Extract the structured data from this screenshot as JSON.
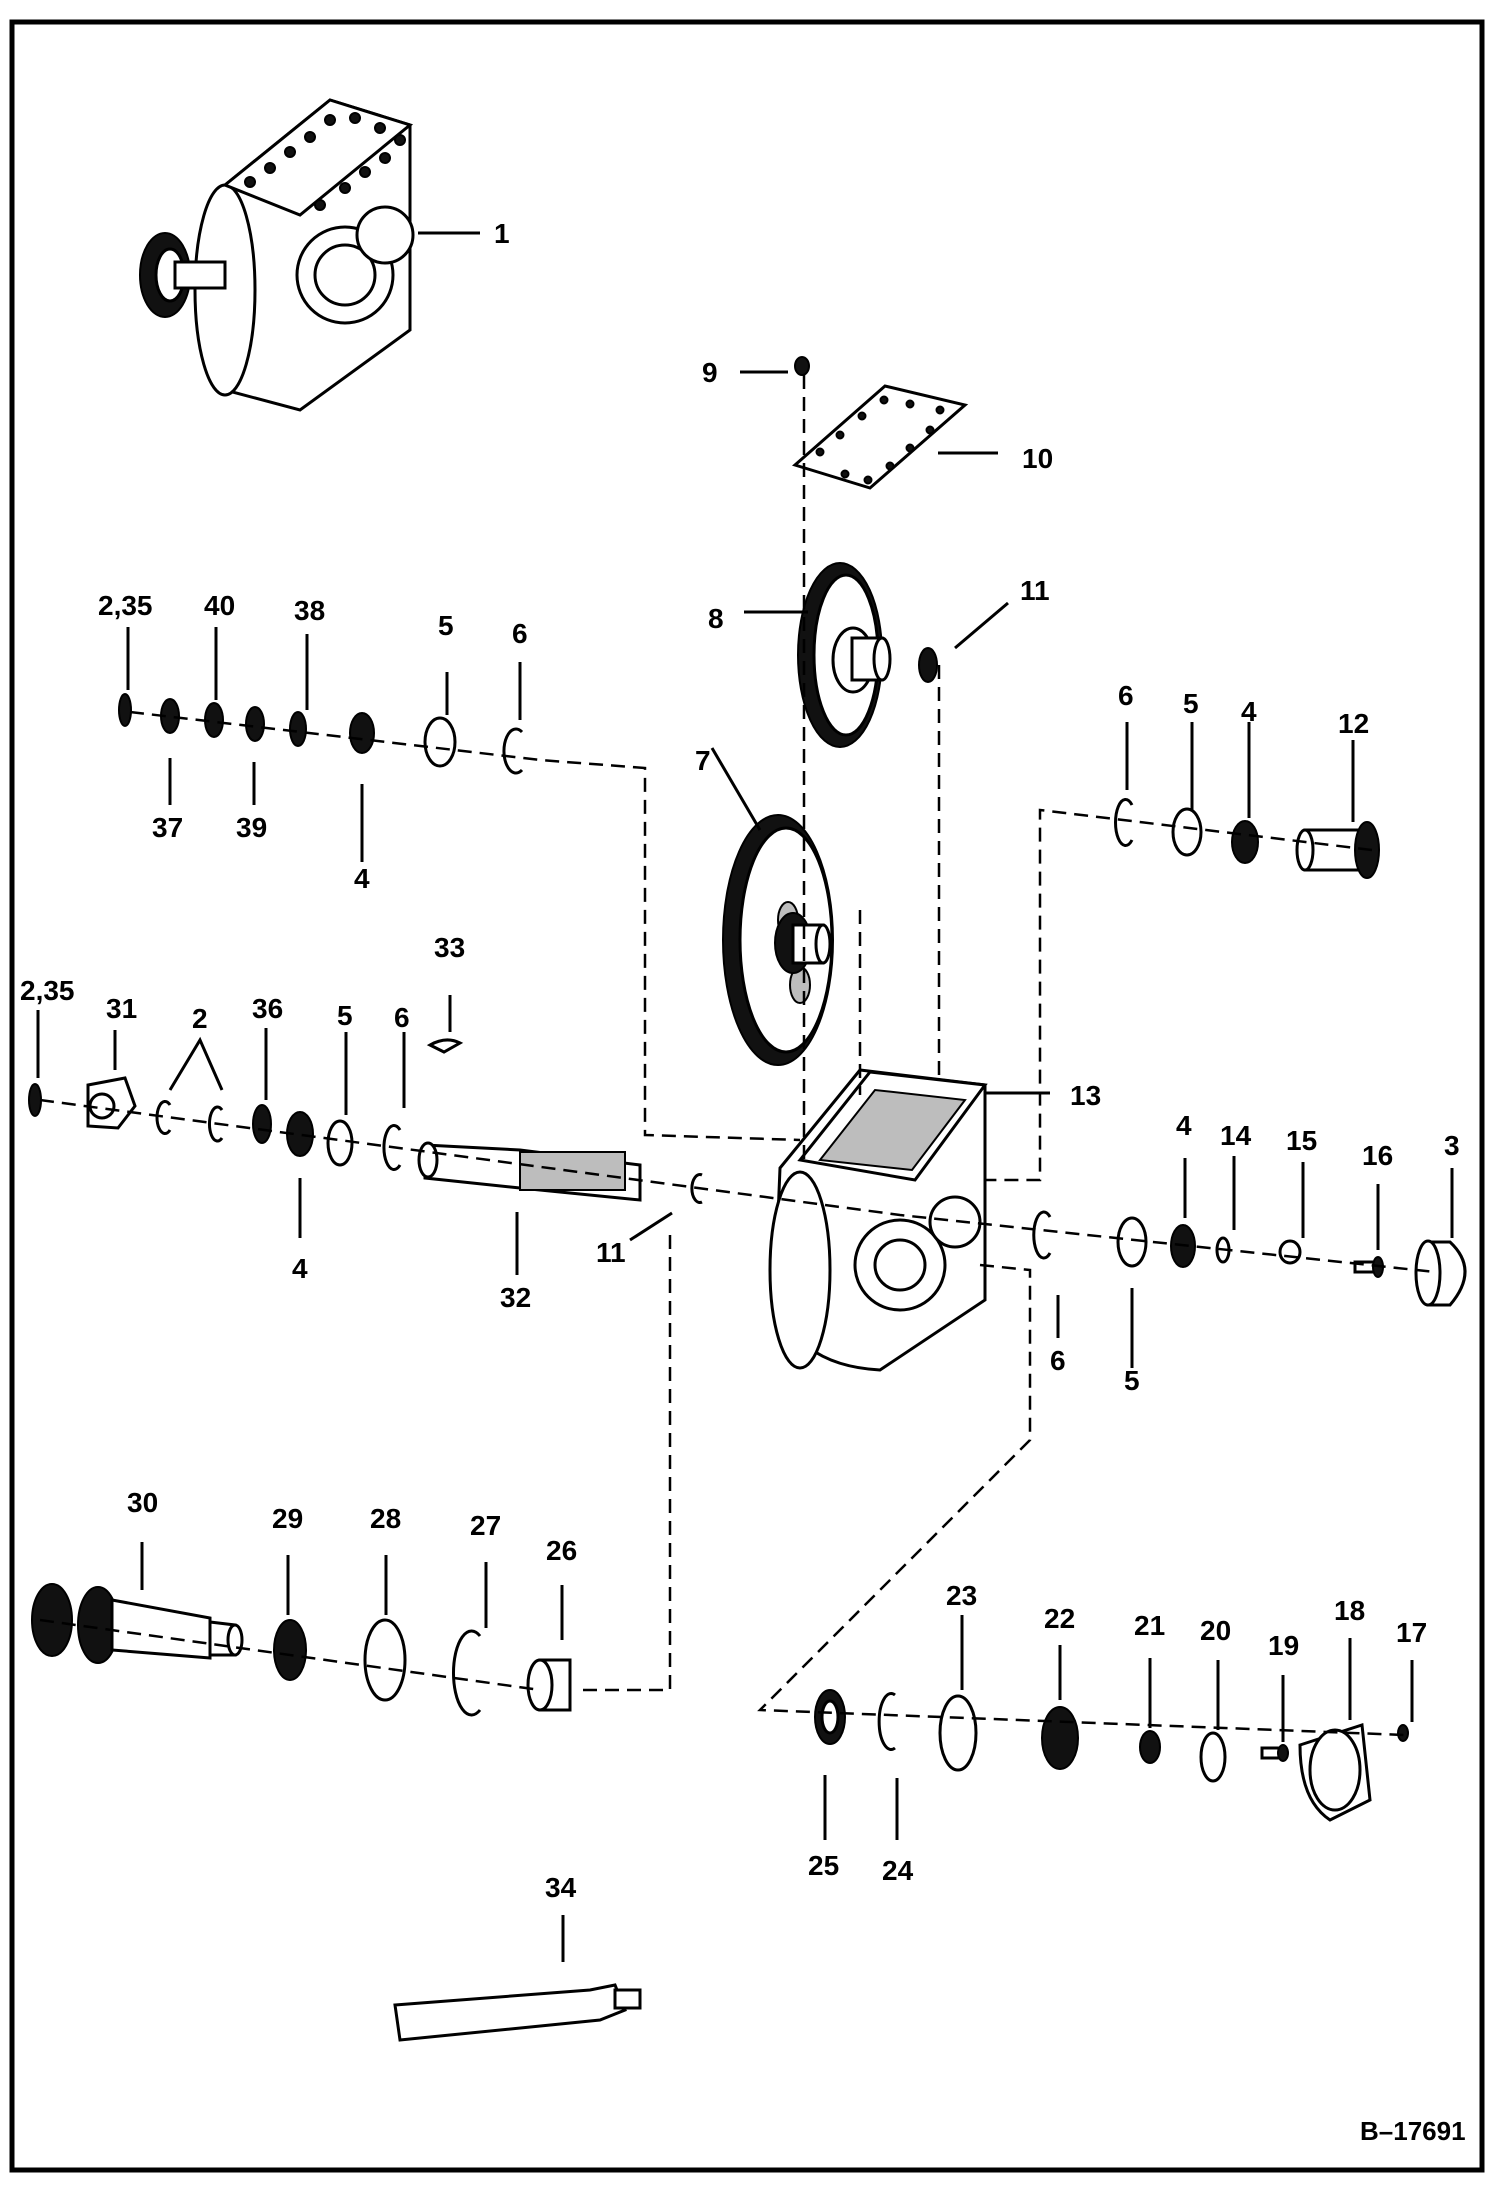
{
  "figure_id": "B–17691",
  "callouts": [
    {
      "id": "c1",
      "text": "1"
    },
    {
      "id": "c9",
      "text": "9"
    },
    {
      "id": "c10",
      "text": "10"
    },
    {
      "id": "c235a",
      "text": "2,35"
    },
    {
      "id": "c40",
      "text": "40"
    },
    {
      "id": "c38",
      "text": "38"
    },
    {
      "id": "c5a",
      "text": "5"
    },
    {
      "id": "c6a",
      "text": "6"
    },
    {
      "id": "c8",
      "text": "8"
    },
    {
      "id": "c11a",
      "text": "11"
    },
    {
      "id": "c37",
      "text": "37"
    },
    {
      "id": "c39",
      "text": "39"
    },
    {
      "id": "c4a",
      "text": "4"
    },
    {
      "id": "c7",
      "text": "7"
    },
    {
      "id": "c6b",
      "text": "6"
    },
    {
      "id": "c5b",
      "text": "5"
    },
    {
      "id": "c4b",
      "text": "4"
    },
    {
      "id": "c12",
      "text": "12"
    },
    {
      "id": "c33",
      "text": "33"
    },
    {
      "id": "c235b",
      "text": "2,35"
    },
    {
      "id": "c31",
      "text": "31"
    },
    {
      "id": "c2",
      "text": "2"
    },
    {
      "id": "c36",
      "text": "36"
    },
    {
      "id": "c5c",
      "text": "5"
    },
    {
      "id": "c6c",
      "text": "6"
    },
    {
      "id": "c13",
      "text": "13"
    },
    {
      "id": "c4c",
      "text": "4"
    },
    {
      "id": "c14",
      "text": "14"
    },
    {
      "id": "c15",
      "text": "15"
    },
    {
      "id": "c16",
      "text": "16"
    },
    {
      "id": "c3",
      "text": "3"
    },
    {
      "id": "c4d",
      "text": "4"
    },
    {
      "id": "c11b",
      "text": "11"
    },
    {
      "id": "c32",
      "text": "32"
    },
    {
      "id": "c6d",
      "text": "6"
    },
    {
      "id": "c5d",
      "text": "5"
    },
    {
      "id": "c30",
      "text": "30"
    },
    {
      "id": "c29",
      "text": "29"
    },
    {
      "id": "c28",
      "text": "28"
    },
    {
      "id": "c27",
      "text": "27"
    },
    {
      "id": "c26",
      "text": "26"
    },
    {
      "id": "c23",
      "text": "23"
    },
    {
      "id": "c22",
      "text": "22"
    },
    {
      "id": "c21",
      "text": "21"
    },
    {
      "id": "c20",
      "text": "20"
    },
    {
      "id": "c19",
      "text": "19"
    },
    {
      "id": "c18",
      "text": "18"
    },
    {
      "id": "c17",
      "text": "17"
    },
    {
      "id": "c25",
      "text": "25"
    },
    {
      "id": "c24",
      "text": "24"
    },
    {
      "id": "c34",
      "text": "34"
    }
  ]
}
